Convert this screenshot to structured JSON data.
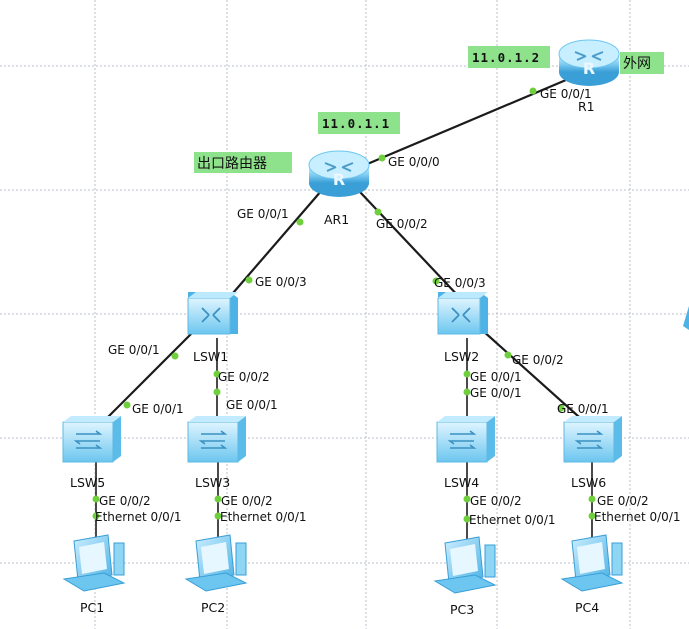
{
  "devices": {
    "r1": {
      "name": "R1",
      "type": "router"
    },
    "ar1": {
      "name": "AR1",
      "type": "router"
    },
    "lsw1": {
      "name": "LSW1",
      "type": "core-switch"
    },
    "lsw2": {
      "name": "LSW2",
      "type": "core-switch"
    },
    "lsw3": {
      "name": "LSW3",
      "type": "switch"
    },
    "lsw4": {
      "name": "LSW4",
      "type": "switch"
    },
    "lsw5": {
      "name": "LSW5",
      "type": "switch"
    },
    "lsw6": {
      "name": "LSW6",
      "type": "switch"
    },
    "pc1": {
      "name": "PC1",
      "type": "pc"
    },
    "pc2": {
      "name": "PC2",
      "type": "pc"
    },
    "pc3": {
      "name": "PC3",
      "type": "pc"
    },
    "pc4": {
      "name": "PC4",
      "type": "pc"
    }
  },
  "annotations": {
    "r1_ip": "11.0.1.2",
    "ar1_ip": "11.0.1.1",
    "ar1_role": "出口路由器",
    "r1_role": "外网",
    "highlight_color": "#8ee28c"
  },
  "ports": {
    "r1_ge001": "GE 0/0/1",
    "ar1_ge000": "GE 0/0/0",
    "ar1_ge001": "GE 0/0/1",
    "ar1_ge002": "GE 0/0/2",
    "lsw1_ge003": "GE 0/0/3",
    "lsw2_ge003": "GE 0/0/3",
    "lsw1_ge001": "GE 0/0/1",
    "lsw1_ge002": "GE 0/0/2",
    "lsw2_ge001": "GE 0/0/1",
    "lsw2_ge002": "GE 0/0/2",
    "lsw5_ge001": "GE 0/0/1",
    "lsw3_ge001": "GE 0/0/1",
    "lsw4_ge001": "GE 0/0/1",
    "lsw6_ge001": "GE 0/0/1",
    "lsw5_ge002": "GE 0/0/2",
    "lsw3_ge002": "GE 0/0/2",
    "lsw4_ge002": "GE 0/0/2",
    "lsw6_ge002": "GE 0/0/2",
    "pc1_eth": "Ethernet 0/0/1",
    "pc2_eth": "Ethernet 0/0/1",
    "pc3_eth": "Ethernet 0/0/1",
    "pc4_eth": "Ethernet 0/0/1"
  }
}
